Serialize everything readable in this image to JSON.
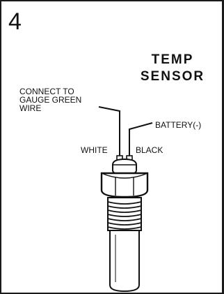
{
  "step_number": "4",
  "title": {
    "line1": "TEMP",
    "line2": "SENSOR"
  },
  "labels": {
    "connect_line1": "CONNECT TO",
    "connect_line2": "GAUGE GREEN",
    "connect_line3": "WIRE",
    "battery": "BATTERY(-)",
    "white": "WHITE",
    "black": "BLACK"
  }
}
